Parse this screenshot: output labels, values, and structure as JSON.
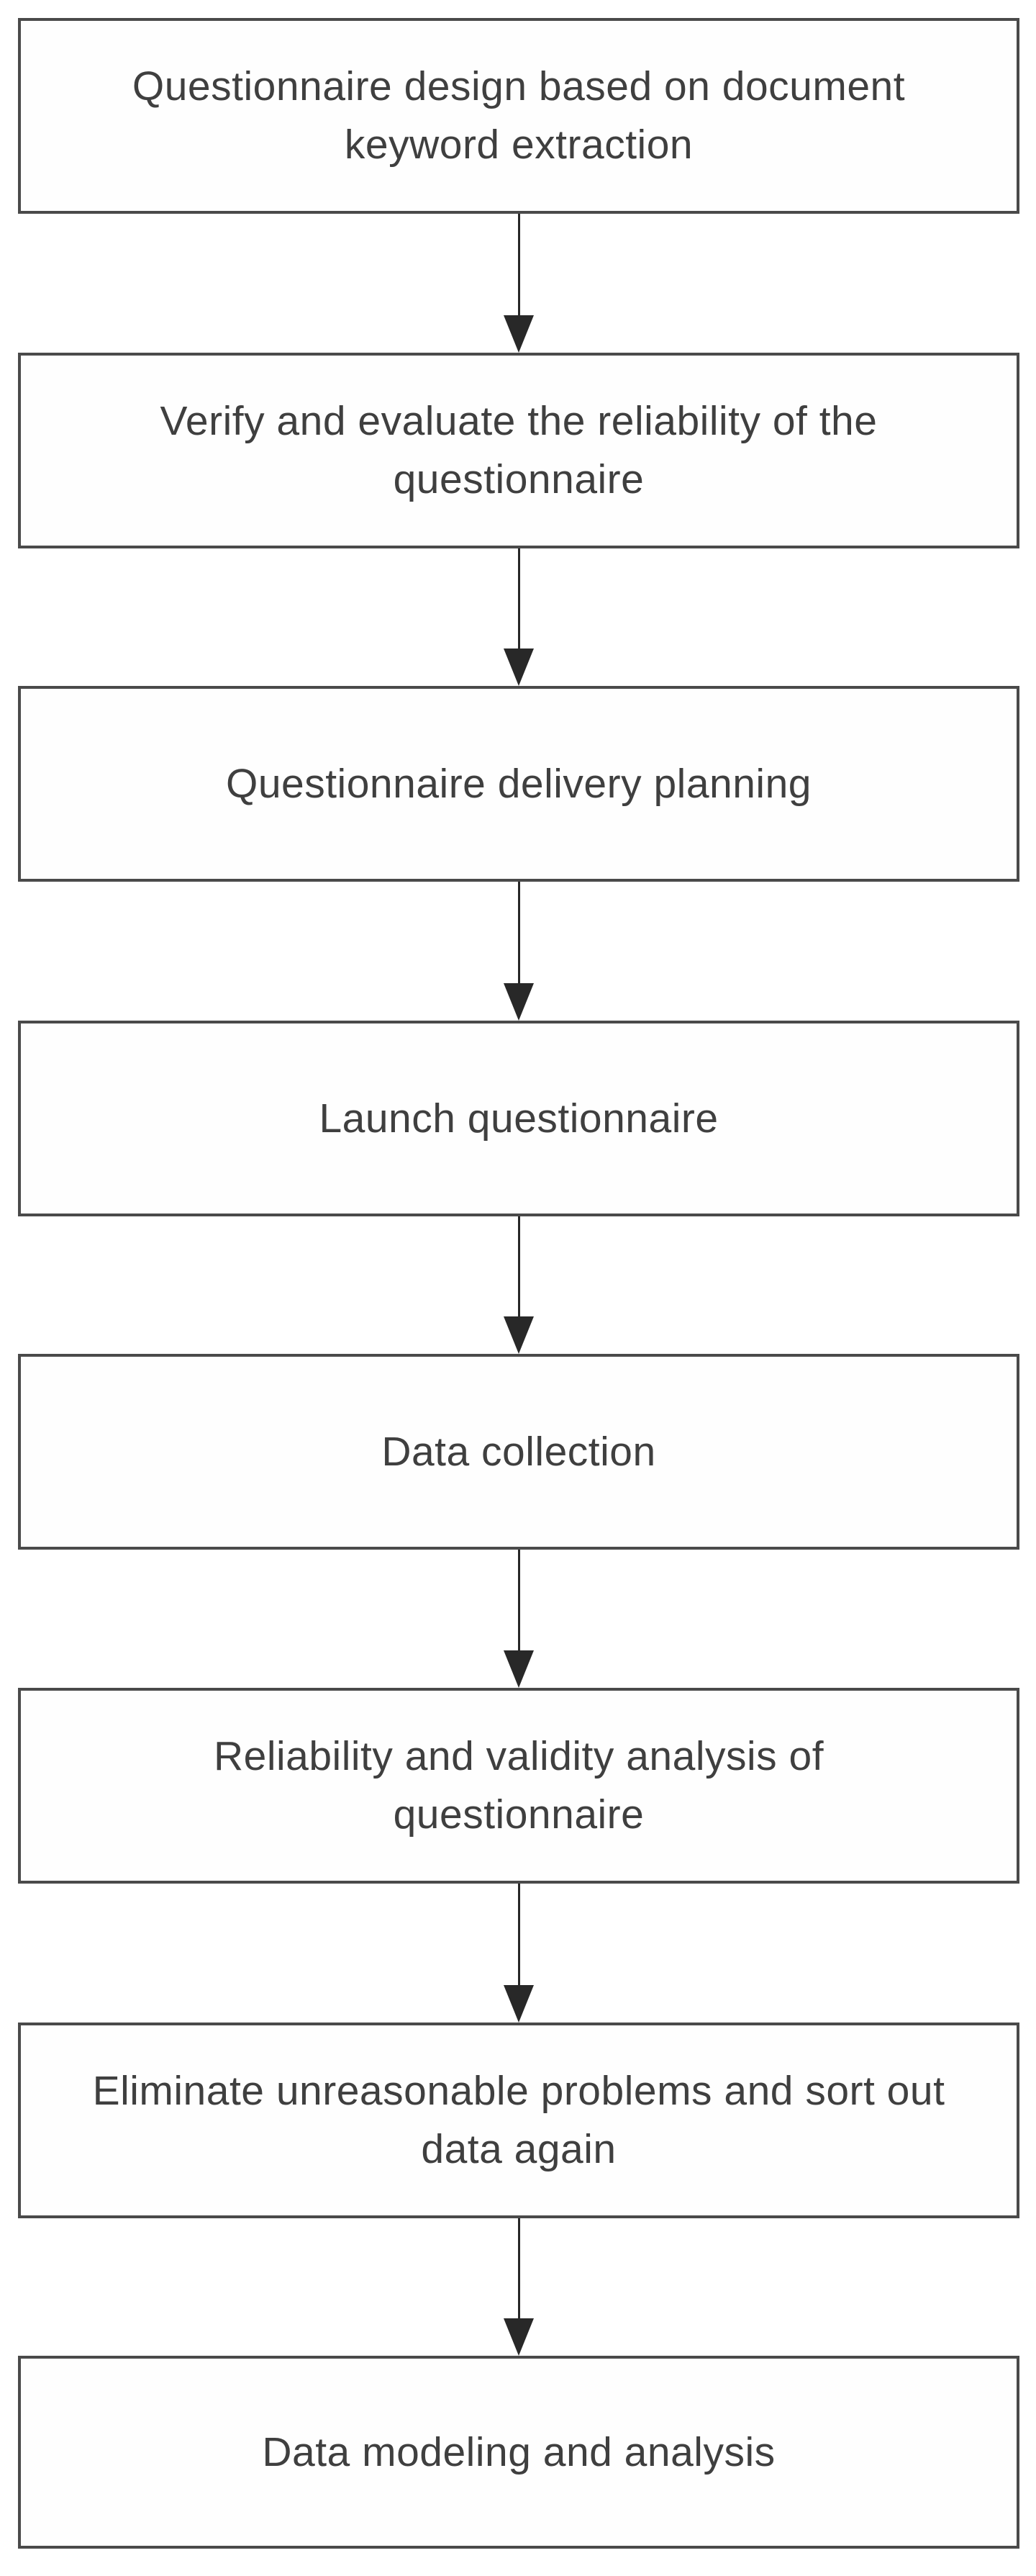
{
  "flowchart": {
    "type": "vertical-flow",
    "steps": [
      {
        "label": "Questionnaire design based on document keyword extraction"
      },
      {
        "label": "Verify and evaluate the reliability of the questionnaire"
      },
      {
        "label": "Questionnaire delivery planning"
      },
      {
        "label": "Launch questionnaire"
      },
      {
        "label": "Data collection"
      },
      {
        "label": "Reliability and validity analysis of questionnaire"
      },
      {
        "label": "Eliminate unreasonable problems and sort out data again"
      },
      {
        "label": "Data modeling and analysis"
      }
    ],
    "connections": [
      {
        "from": 0,
        "to": 1
      },
      {
        "from": 1,
        "to": 2
      },
      {
        "from": 2,
        "to": 3
      },
      {
        "from": 3,
        "to": 4
      },
      {
        "from": 4,
        "to": 5
      },
      {
        "from": 5,
        "to": 6
      },
      {
        "from": 6,
        "to": 7
      }
    ],
    "colors": {
      "background": "#ffffff",
      "box_border": "#4a4a4a",
      "box_fill": "#fefefe",
      "text": "#3f3f3f",
      "arrow": "#282828"
    }
  }
}
